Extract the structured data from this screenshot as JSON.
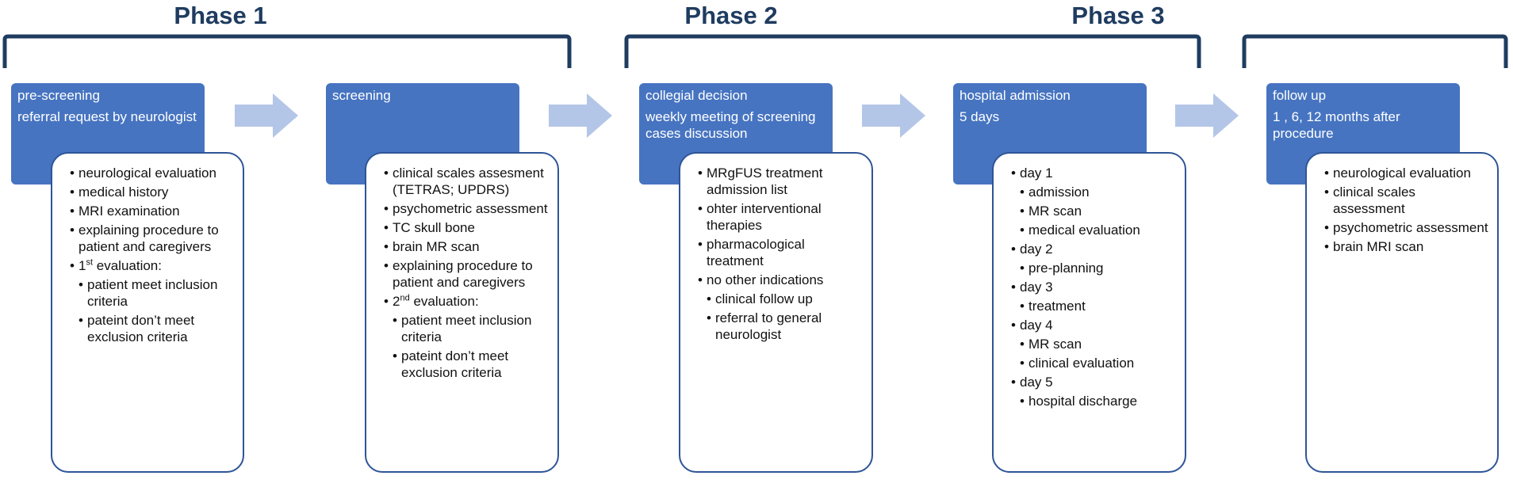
{
  "phases": [
    {
      "label": "Phase 1"
    },
    {
      "label": "Phase 2"
    },
    {
      "label": "Phase 3"
    }
  ],
  "stages": [
    {
      "title": "pre-screening",
      "subtitle": "referral request by neurologist",
      "items": [
        {
          "text": "neurological evaluation"
        },
        {
          "text": "medical history"
        },
        {
          "text": "MRI examination"
        },
        {
          "text": "explaining procedure to patient and caregivers"
        },
        {
          "text": "1",
          "sup": "st",
          "suffix": " evaluation:"
        },
        {
          "text": "patient meet inclusion criteria",
          "sub": true
        },
        {
          "text": "pateint don’t meet exclusion criteria",
          "sub": true
        }
      ]
    },
    {
      "title": "screening",
      "subtitle": "",
      "items": [
        {
          "text": "clinical scales assesment (TETRAS; UPDRS)"
        },
        {
          "text": "psychometric assessment"
        },
        {
          "text": "TC skull bone"
        },
        {
          "text": "brain MR scan"
        },
        {
          "text": "explaining procedure to patient and caregivers"
        },
        {
          "text": "2",
          "sup": "nd",
          "suffix": " evaluation:"
        },
        {
          "text": "patient meet inclusion criteria",
          "sub": true
        },
        {
          "text": "pateint don’t meet exclusion criteria",
          "sub": true
        }
      ]
    },
    {
      "title": "collegial decision",
      "subtitle": "weekly meeting of screening cases discussion",
      "items": [
        {
          "text": "MRgFUS treatment admission list"
        },
        {
          "text": "ohter interventional therapies"
        },
        {
          "text": "pharmacological treatment"
        },
        {
          "text": "no other indications"
        },
        {
          "text": "clinical follow up",
          "sub": true
        },
        {
          "text": "referral to  general neurologist",
          "sub": true
        }
      ]
    },
    {
      "title": "hospital admission",
      "subtitle": "5 days",
      "items": [
        {
          "text": "day 1"
        },
        {
          "text": "admission",
          "sub": true
        },
        {
          "text": "MR scan",
          "sub": true
        },
        {
          "text": "medical evaluation",
          "sub": true
        },
        {
          "text": "day 2"
        },
        {
          "text": "pre-planning",
          "sub": true
        },
        {
          "text": "day 3"
        },
        {
          "text": "treatment",
          "sub": true
        },
        {
          "text": "day 4"
        },
        {
          "text": "MR scan",
          "sub": true
        },
        {
          "text": "clinical evaluation",
          "sub": true
        },
        {
          "text": "day 5"
        },
        {
          "text": "hospital discharge",
          "sub": true
        }
      ]
    },
    {
      "title": "follow up",
      "subtitle": "1 , 6, 12 months after procedure",
      "items": [
        {
          "text": "neurological evaluation"
        },
        {
          "text": "clinical scales assessment"
        },
        {
          "text": "psychometric assessment"
        },
        {
          "text": "brain MRI scan"
        }
      ]
    }
  ],
  "colors": {
    "header_fill": "#4674c1",
    "card_border": "#2e5597",
    "bracket": "#1f3c60",
    "arrow": "#b4c6e7",
    "phase_text": "#1f3c60"
  }
}
